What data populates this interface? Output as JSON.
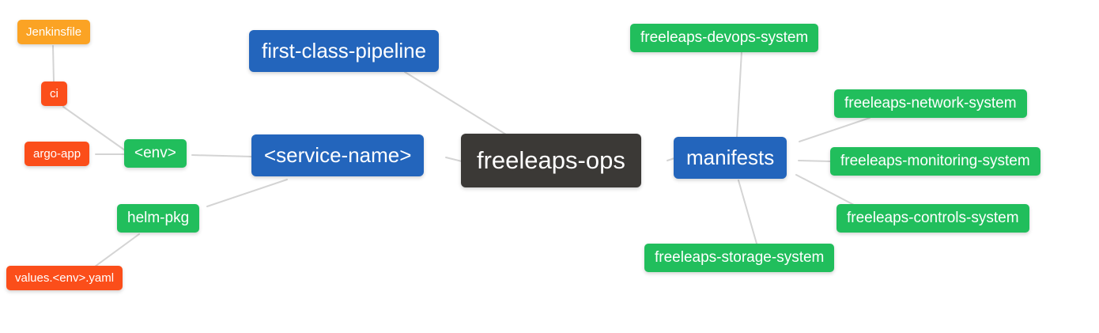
{
  "colors": {
    "orange": "#FBA324",
    "red": "#FB4E1A",
    "green": "#21BE5C",
    "blue": "#2365BC",
    "dark": "#3B3936",
    "edge": "#D4D4D4",
    "text": "#FFFFFF",
    "background": "#FFFFFF"
  },
  "nodes": {
    "root": {
      "label": "freeleaps-ops",
      "color": "dark"
    },
    "first_class_pipeline": {
      "label": "first-class-pipeline",
      "color": "blue"
    },
    "service_name": {
      "label": "<service-name>",
      "color": "blue"
    },
    "manifests": {
      "label": "manifests",
      "color": "blue"
    },
    "env": {
      "label": "<env>",
      "color": "green"
    },
    "helm_pkg": {
      "label": "helm-pkg",
      "color": "green"
    },
    "ci": {
      "label": "ci",
      "color": "red"
    },
    "argo_app": {
      "label": "argo-app",
      "color": "red"
    },
    "jenkinsfile": {
      "label": "Jenkinsfile",
      "color": "orange"
    },
    "values_env_yaml": {
      "label": "values.<env>.yaml",
      "color": "red"
    },
    "devops_system": {
      "label": "freeleaps-devops-system",
      "color": "green"
    },
    "network_system": {
      "label": "freeleaps-network-system",
      "color": "green"
    },
    "monitoring_system": {
      "label": "freeleaps-monitoring-system",
      "color": "green"
    },
    "controls_system": {
      "label": "freeleaps-controls-system",
      "color": "green"
    },
    "storage_system": {
      "label": "freeleaps-storage-system",
      "color": "green"
    }
  },
  "edges": [
    {
      "from": "root",
      "to": "first_class_pipeline"
    },
    {
      "from": "root",
      "to": "service_name"
    },
    {
      "from": "root",
      "to": "manifests"
    },
    {
      "from": "service_name",
      "to": "env"
    },
    {
      "from": "service_name",
      "to": "helm_pkg"
    },
    {
      "from": "env",
      "to": "ci"
    },
    {
      "from": "env",
      "to": "argo_app"
    },
    {
      "from": "ci",
      "to": "jenkinsfile"
    },
    {
      "from": "helm_pkg",
      "to": "values_env_yaml"
    },
    {
      "from": "manifests",
      "to": "devops_system"
    },
    {
      "from": "manifests",
      "to": "network_system"
    },
    {
      "from": "manifests",
      "to": "monitoring_system"
    },
    {
      "from": "manifests",
      "to": "controls_system"
    },
    {
      "from": "manifests",
      "to": "storage_system"
    }
  ]
}
